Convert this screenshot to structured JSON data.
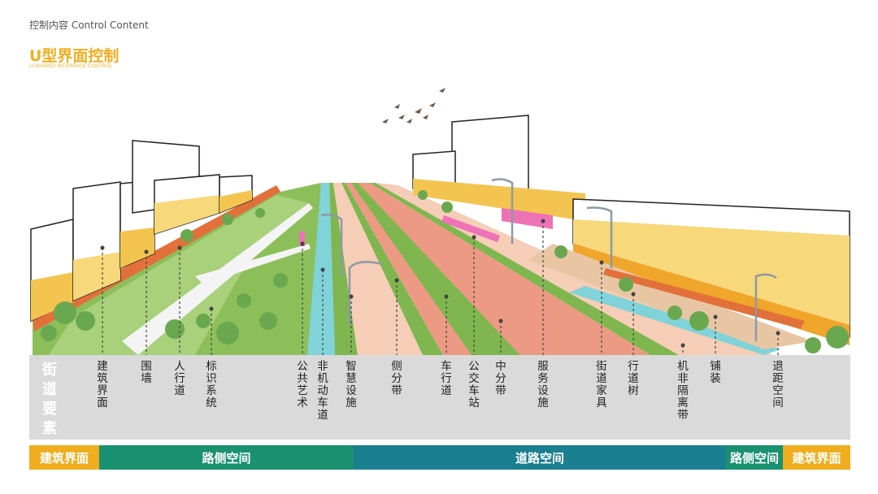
{
  "header": {
    "small_title": "控制内容 Control Content",
    "title": "U型界面控制",
    "subtitle": "U-SHAPED INTERFACE CONTROL"
  },
  "band_label": "街道要素",
  "elements": [
    {
      "label": "建筑界面"
    },
    {
      "label": "围墙"
    },
    {
      "label": "人行道"
    },
    {
      "label": "标识系统"
    },
    {
      "label": "公共艺术"
    },
    {
      "label": "非机动车道"
    },
    {
      "label": "智慧设施"
    },
    {
      "label": "侧分带"
    },
    {
      "label": "车行道"
    },
    {
      "label": "公交车站"
    },
    {
      "label": "中分带"
    },
    {
      "label": "服务设施"
    },
    {
      "label": "街道家具"
    },
    {
      "label": "行道树"
    },
    {
      "label": "机非隔离带"
    },
    {
      "label": "铺装"
    },
    {
      "label": "退距空间"
    }
  ],
  "segments": [
    {
      "label": "建筑界面",
      "color": "#f0ae1f"
    },
    {
      "label": "路侧空间",
      "color": "#1a9170"
    },
    {
      "label": "道路空间",
      "color": "#1a7f90"
    },
    {
      "label": "路侧空间",
      "color": "#1a9170"
    },
    {
      "label": "建筑界面",
      "color": "#f0ae1f"
    }
  ]
}
